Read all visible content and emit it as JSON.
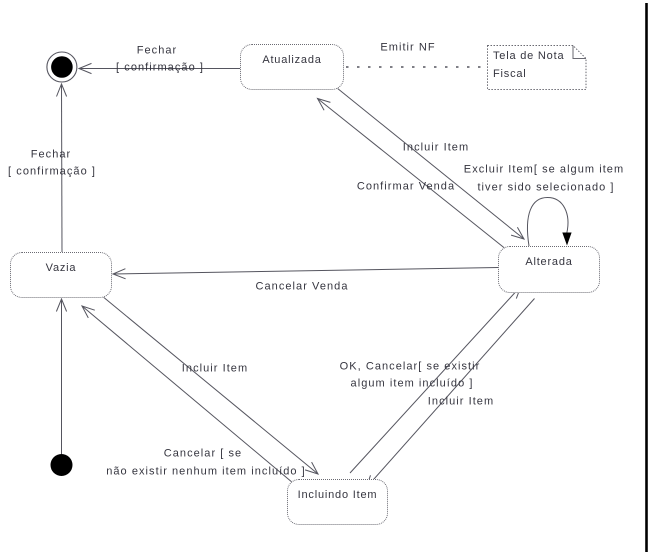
{
  "diagram": {
    "type": "uml-state-diagram",
    "states": {
      "atualizada": "Atualizada",
      "vazia": "Vazia",
      "alterada": "Alterada",
      "incluindo_item": "Incluindo Item"
    },
    "note": {
      "line1": "Tela de Nota",
      "line2": "Fiscal"
    },
    "transitions": {
      "atualizada_to_final": {
        "event": "Fechar",
        "guard": "[ confirmação ]"
      },
      "vazia_to_final": {
        "event": "Fechar",
        "guard": "[ confirmação ]"
      },
      "atualizada_to_note": {
        "event": "Emitir NF"
      },
      "atualizada_to_alterada": {
        "event": "Incluir Item"
      },
      "alterada_to_atualizada": {
        "event": "Confirmar Venda"
      },
      "alterada_self": {
        "event_line1": "Excluir Item[ se algum item",
        "event_line2": "tiver sido selecionado ]"
      },
      "alterada_to_vazia": {
        "event": "Cancelar Venda"
      },
      "vazia_to_incluindo": {
        "event": "Incluir Item"
      },
      "incluindo_to_vazia": {
        "event_line1": "Cancelar [ se",
        "event_line2": "não existir nenhum item incluído ]"
      },
      "alterada_to_incluindo": {
        "event_line1": "OK, Cancelar[ se existir",
        "event_line2": "algum item incluído ]"
      },
      "incluindo_to_alterada": {
        "event": "Incluir Item"
      }
    },
    "colors": {
      "line": "#55555f",
      "text": "#35353f",
      "state_border": "#6a6a72",
      "pseudo_state_fill": "#000000",
      "page_border": "#000000",
      "background": "#ffffff"
    }
  }
}
